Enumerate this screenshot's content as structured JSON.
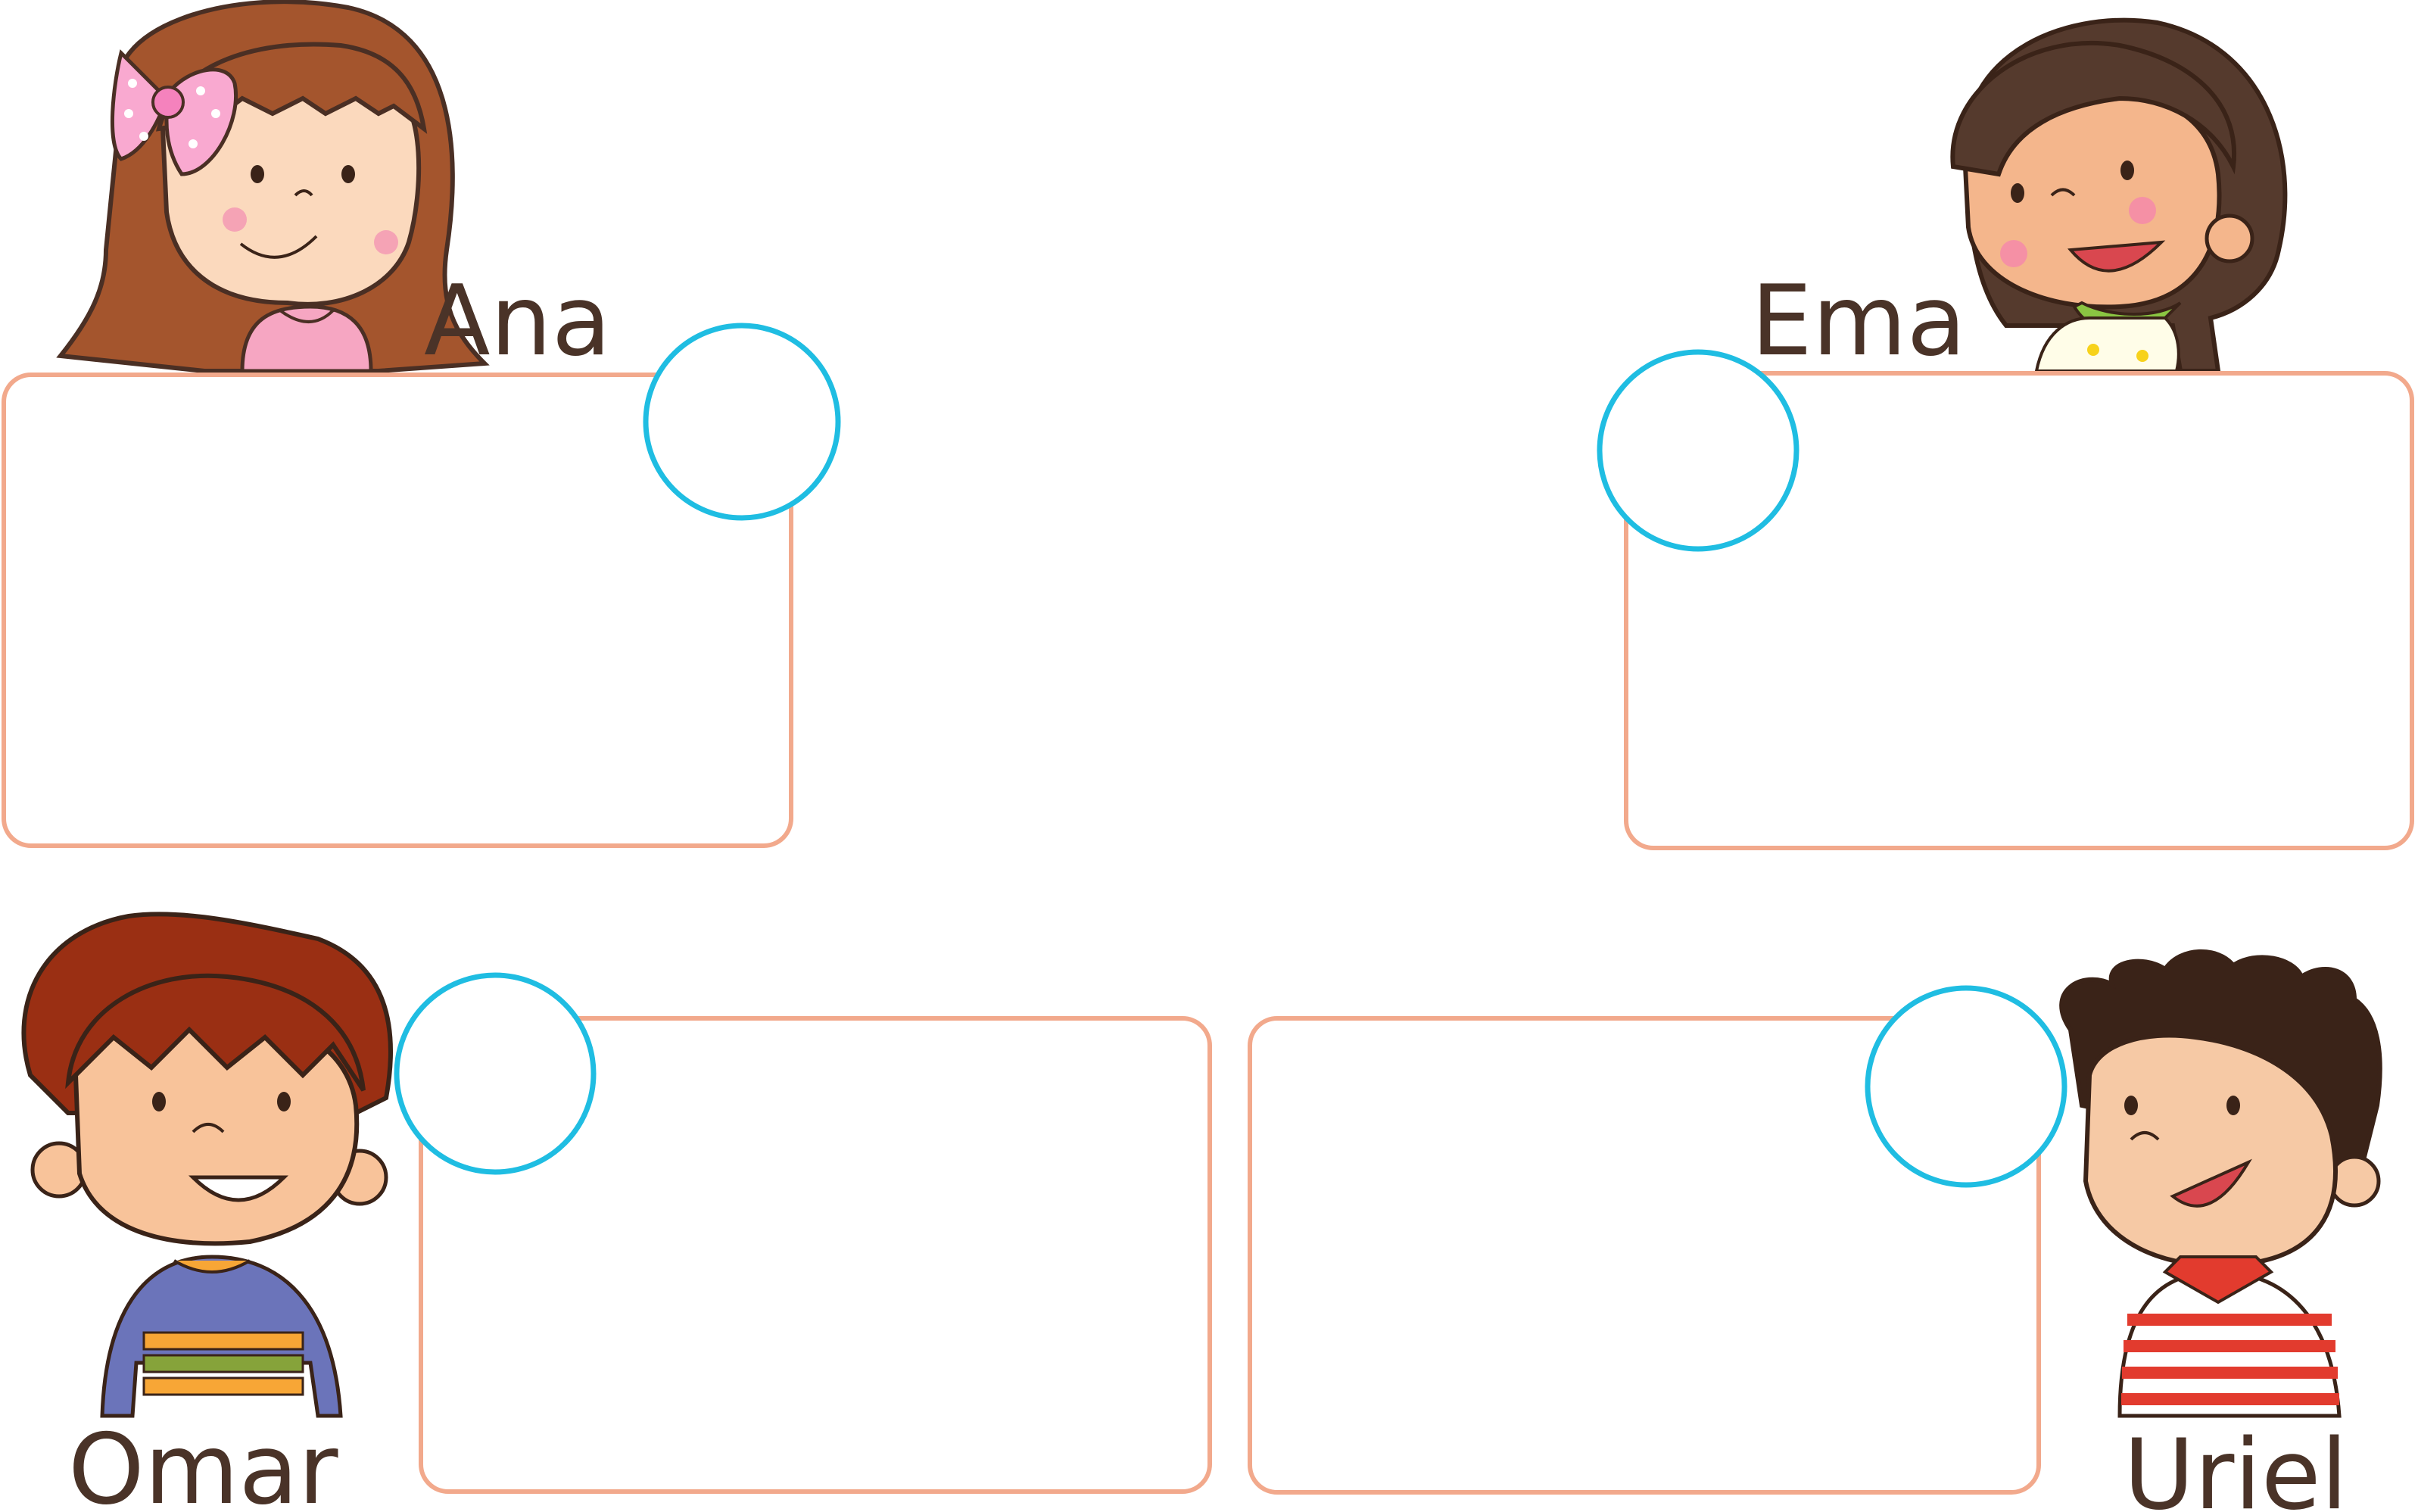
{
  "children": [
    {
      "id": "ana",
      "name": "Ana"
    },
    {
      "id": "ema",
      "name": "Ema"
    },
    {
      "id": "omar",
      "name": "Omar"
    },
    {
      "id": "uriel",
      "name": "Uriel"
    }
  ],
  "colors": {
    "box_border": "#f2a98c",
    "circle_border": "#1fbde2",
    "name_text": "#4a3328",
    "outline": "#4a2f24"
  },
  "icons": [
    "girl-bow-icon",
    "girl-braid-icon",
    "boy-striped-shirt-icon",
    "boy-spiky-hair-icon"
  ]
}
